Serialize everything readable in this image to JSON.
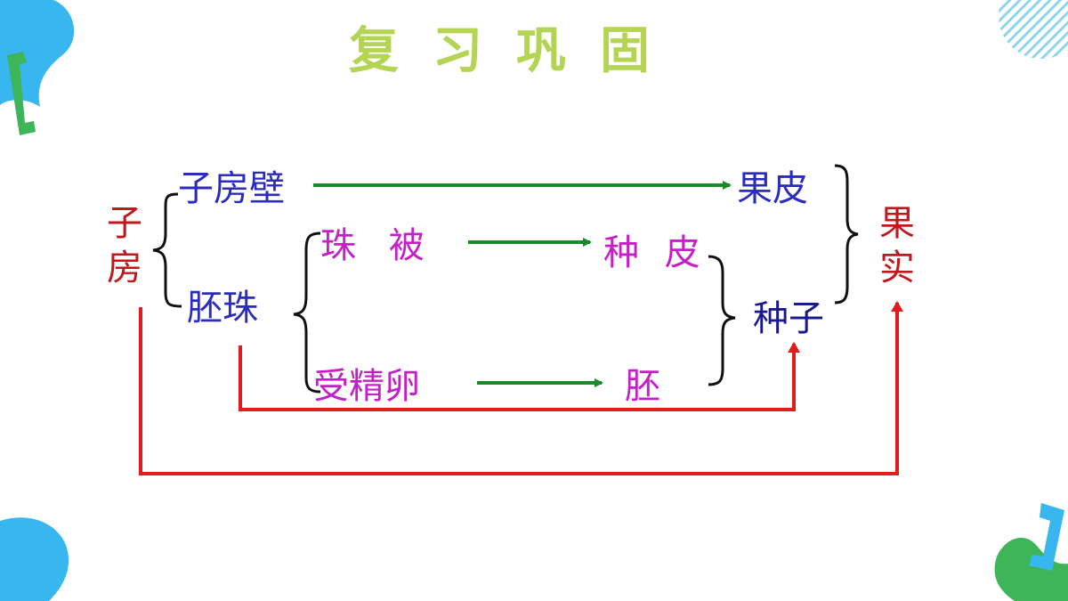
{
  "title": "复习巩固",
  "nodes": {
    "ovary": "子房",
    "ovary_wall": "子房壁",
    "ovule": "胚珠",
    "integument": "珠 被",
    "fertilized_egg": "受精卵",
    "pericarp": "果皮",
    "seed_coat": "种 皮",
    "embryo": "胚",
    "seed": "种子",
    "fruit": "果实"
  },
  "colors": {
    "title": "#b4d453",
    "green_arrow": "#1b8a2a",
    "red_arrow": "#e21b1b",
    "blue_text": "#2b2bbf",
    "magenta_text": "#c51fc8",
    "red_text": "#c0191d"
  }
}
